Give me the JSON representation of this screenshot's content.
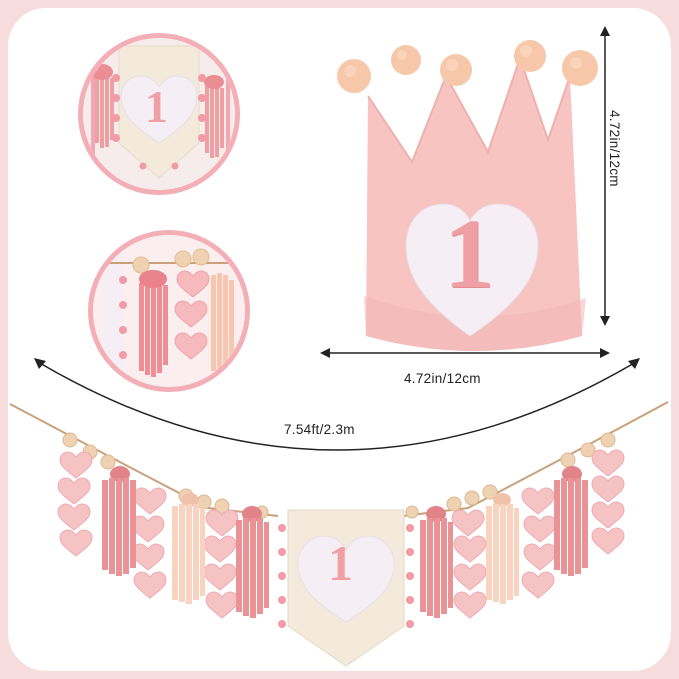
{
  "product": {
    "crown_number": "1",
    "banner_number": "1",
    "detail_banner_number": "1"
  },
  "dimensions": {
    "crown_height": "4.72in/12cm",
    "crown_width": "4.72in/12cm",
    "garland_length": "7.54ft/2.3m"
  },
  "colors": {
    "frame_border": "#f6dcdc",
    "circle_border": "#f3aeb6",
    "crown_felt": "#f7c4c2",
    "pom_pom": "#f7c7a9",
    "heart_white": "#f5eef4",
    "number_pink": "#f0a0a5",
    "tassel_dark": "#ea8f8f",
    "tassel_light": "#f6d2be",
    "burlap": "#f3eadc"
  }
}
